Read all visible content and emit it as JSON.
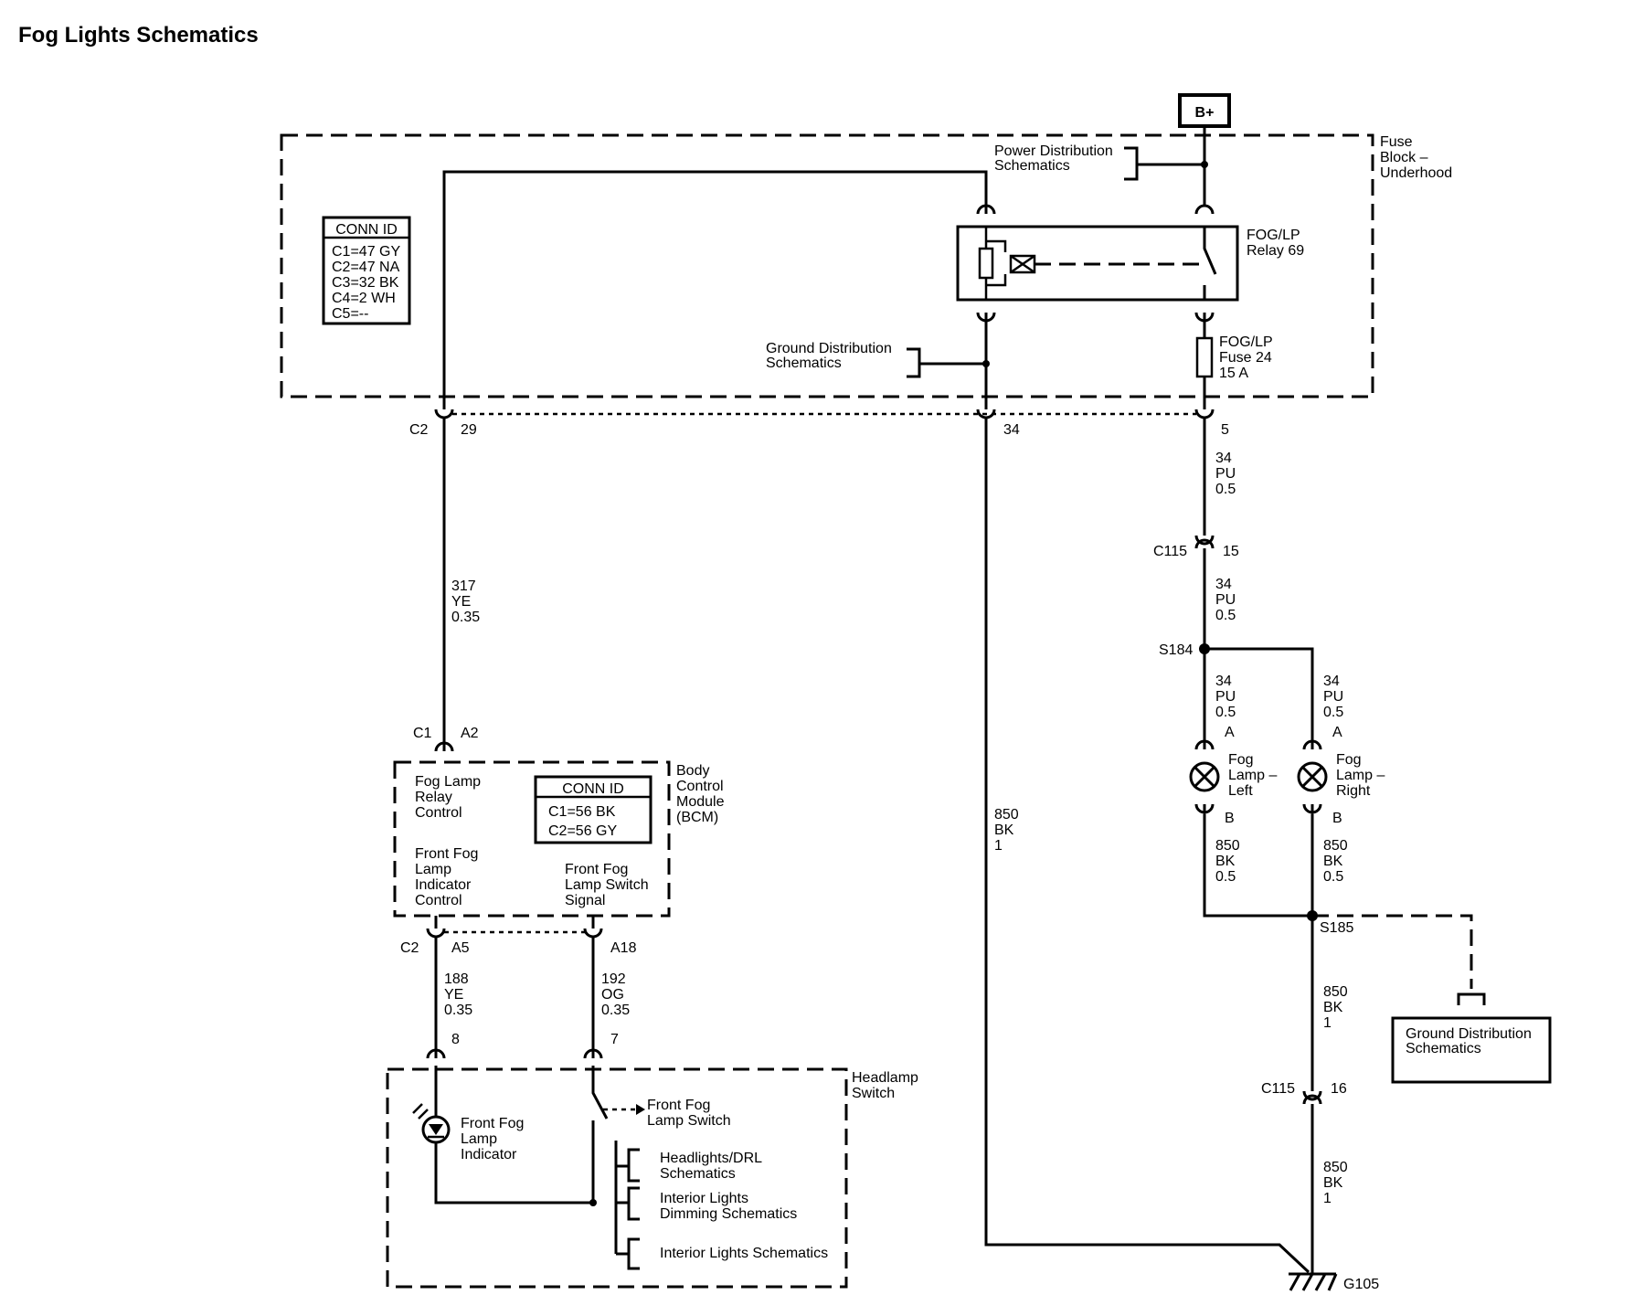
{
  "title": "Fog Lights Schematics",
  "power": {
    "bplus": "B+"
  },
  "fuse_block": {
    "name": [
      "Fuse",
      "Block –",
      "Underhood"
    ],
    "power_ref": [
      "Power Distribution",
      "Schematics"
    ],
    "ground_ref": [
      "Ground Distribution",
      "Schematics"
    ],
    "conn_id_title": "CONN ID",
    "conn_ids": [
      "C1=47 GY",
      "C2=47 NA",
      "C3=32 BK",
      "C4=2 WH",
      "C5=--"
    ],
    "relay": [
      "FOG/LP",
      "Relay 69"
    ],
    "fuse": [
      "FOG/LP",
      "Fuse 24",
      "15 A"
    ],
    "pins": {
      "c2": "C2",
      "p29": "29",
      "p34": "34",
      "p5": "5"
    }
  },
  "wires": {
    "w317": [
      "317",
      "YE",
      "0.35"
    ],
    "w34a": [
      "34",
      "PU",
      "0.5"
    ],
    "w34b": [
      "34",
      "PU",
      "0.5"
    ],
    "w34l": [
      "34",
      "PU",
      "0.5"
    ],
    "w34r": [
      "34",
      "PU",
      "0.5"
    ],
    "w850main": [
      "850",
      "BK",
      "1"
    ],
    "w850l": [
      "850",
      "BK",
      "0.5"
    ],
    "w850r": [
      "850",
      "BK",
      "0.5"
    ],
    "w850g1": [
      "850",
      "BK",
      "1"
    ],
    "w850g2": [
      "850",
      "BK",
      "1"
    ],
    "w188": [
      "188",
      "YE",
      "0.35"
    ],
    "w192": [
      "192",
      "OG",
      "0.35"
    ]
  },
  "bcm": {
    "name": [
      "Body",
      "Control",
      "Module",
      "(BCM)"
    ],
    "relay_control": [
      "Fog Lamp",
      "Relay",
      "Control"
    ],
    "indicator_control": [
      "Front Fog",
      "Lamp",
      "Indicator",
      "Control"
    ],
    "switch_signal": [
      "Front Fog",
      "Lamp Switch",
      "Signal"
    ],
    "conn_id_title": "CONN ID",
    "conn_ids": [
      "C1=56 BK",
      "C2=56 GY"
    ],
    "pins": {
      "c1": "C1",
      "a2": "A2",
      "c2": "C2",
      "a5": "A5",
      "a18": "A18"
    }
  },
  "connectors": {
    "c115": "C115",
    "p15": "15",
    "p16": "16"
  },
  "splices": {
    "s184": "S184",
    "s185": "S185"
  },
  "lamps": {
    "left": {
      "name": [
        "Fog",
        "Lamp –",
        "Left"
      ],
      "a": "A",
      "b": "B"
    },
    "right": {
      "name": [
        "Fog",
        "Lamp –",
        "Right"
      ],
      "a": "A",
      "b": "B"
    }
  },
  "ground_box": [
    "Ground Distribution",
    "Schematics"
  ],
  "ground": "G105",
  "headlamp_switch": {
    "name": [
      "Headlamp",
      "Switch"
    ],
    "pin8": "8",
    "pin7": "7",
    "indicator": [
      "Front Fog",
      "Lamp",
      "Indicator"
    ],
    "switch": [
      "Front Fog",
      "Lamp Switch"
    ],
    "refs": {
      "headlights": [
        "Headlights/DRL",
        "Schematics"
      ],
      "dimming": [
        "Interior Lights",
        "Dimming Schematics"
      ],
      "interior": "Interior Lights Schematics"
    }
  }
}
